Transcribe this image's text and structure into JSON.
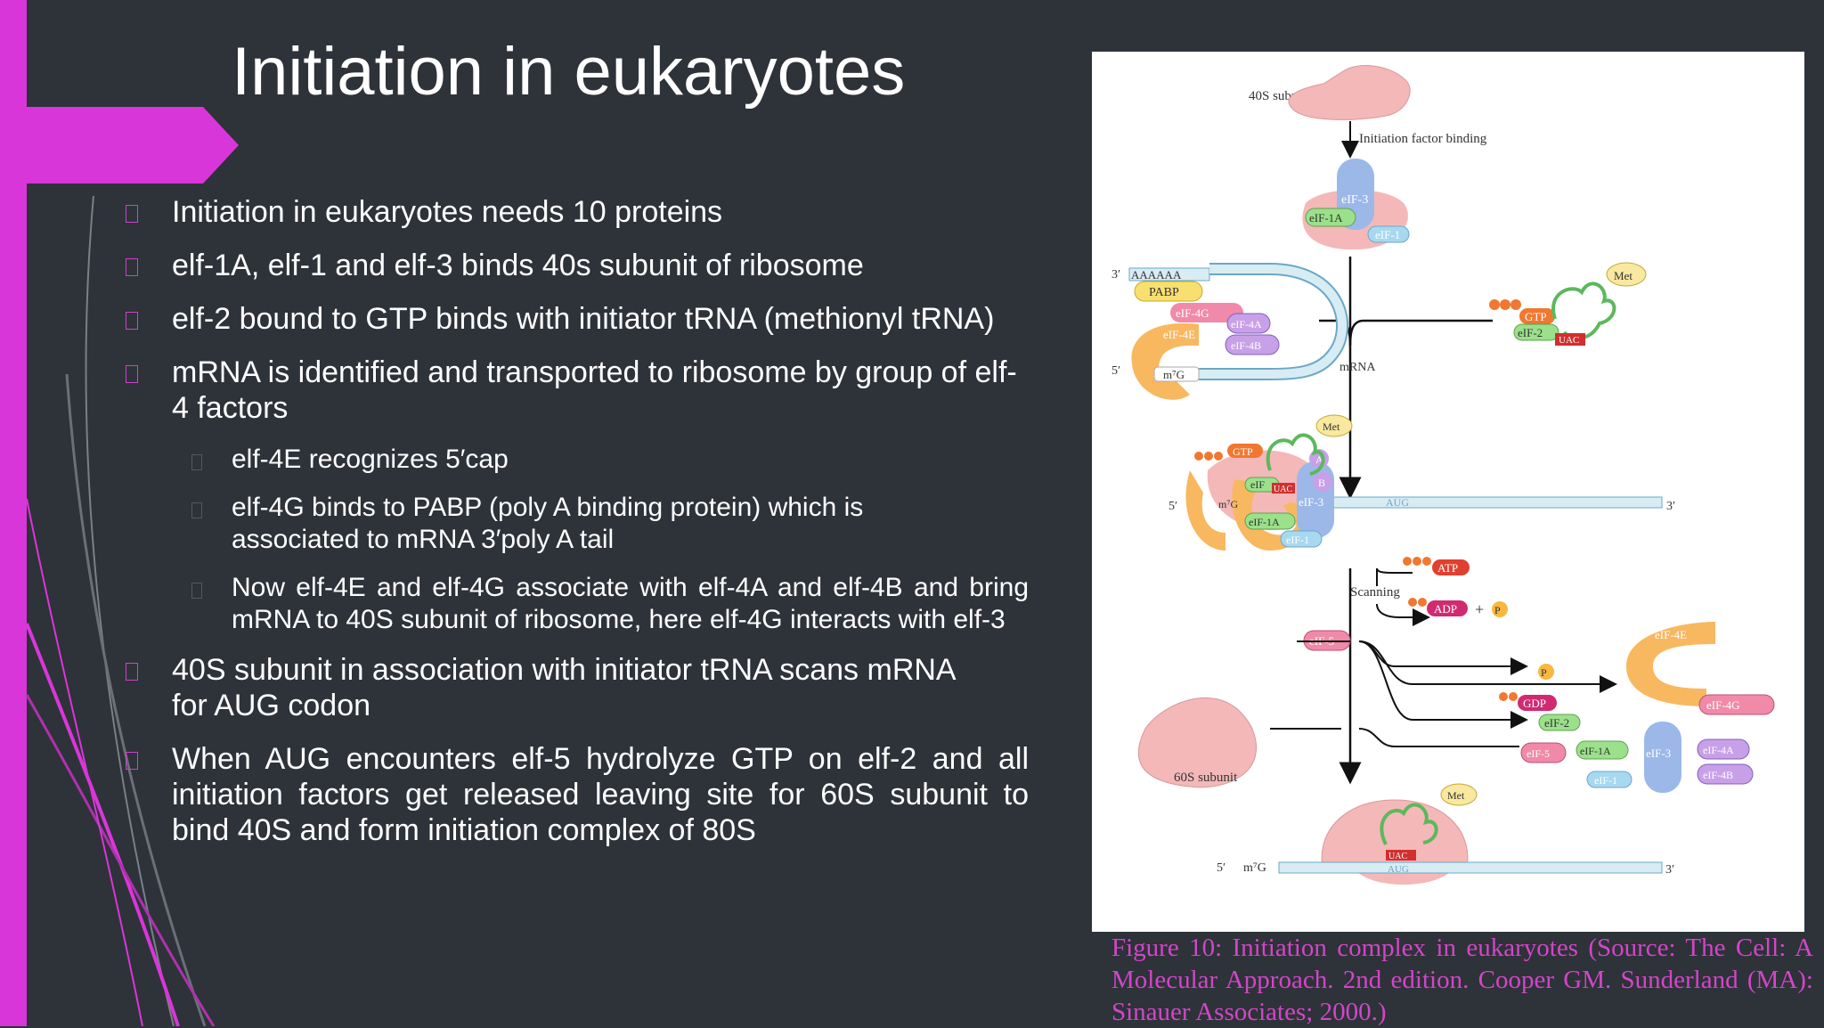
{
  "slide": {
    "title": "Initiation in eukaryotes",
    "bullets": [
      {
        "text": "Initiation in eukaryotes needs 10 proteins"
      },
      {
        "text": "elf-1A, elf-1 and elf-3 binds 40s subunit of ribosome"
      },
      {
        "text": "elf-2 bound to GTP binds with initiator tRNA (methionyl tRNA)"
      },
      {
        "text": "mRNA is identified and transported to ribosome by  group of elf-4 factors"
      },
      {
        "text": "40S subunit in association with initiator tRNA scans mRNA for AUG codon"
      },
      {
        "text": "When AUG encounters elf-5 hydrolyze GTP on elf-2  and all initiation factors get released leaving site for  60S subunit to bind 40S and form initiation complex of  80S"
      }
    ],
    "subbullets": [
      {
        "text": "elf-4E recognizes 5′cap"
      },
      {
        "text": "elf-4G binds to PABP (poly A binding protein) which is associated to mRNA 3′poly A tail"
      },
      {
        "text": "Now elf-4E and elf-4G associate with elf-4A and elf-4B  and bring mRNA to 40S subunit of ribosome, here elf-4G  interacts with elf-3"
      }
    ],
    "caption": "Figure 10: Initiation complex in eukaryotes (Source: The Cell: A Molecular Approach. 2nd edition. Cooper GM. Sunderland (MA): Sinauer Associates; 2000.)"
  },
  "figure": {
    "labels": {
      "subunit_40s": "40S subunit",
      "factor_binding": "Initiation factor binding",
      "subunit_60s": "60S subunit",
      "scanning": "Scanning",
      "mrna": "mRNA",
      "poly_a": "AAAAAA",
      "pabp": "PABP",
      "cap": "m⁷G",
      "three_prime": "3′",
      "five_prime": "5′",
      "met": "Met",
      "gtp": "GTP",
      "gdp": "GDP",
      "atp": "ATP",
      "adp": "ADP",
      "pi": "P",
      "plus": "+",
      "aug": "AUG",
      "uac": "UAC",
      "eif3": "eIF-3",
      "eif1a": "eIF-1A",
      "eif1": "eIF-1",
      "eif2": "eIF-2",
      "eif4g": "eIF-4G",
      "eif4e": "eIF-4E",
      "eif4a": "eIF-4A",
      "eif4b": "eIF-4B",
      "eif5": "eIF-5",
      "a_short": "A",
      "b_short": "B",
      "eif_short": "eIF"
    },
    "colors": {
      "ribosome": "#f4b8b8",
      "eif3": "#9bb8e8",
      "eif1a": "#9be08a",
      "eif1": "#a8d8f0",
      "eif4g": "#f08aa8",
      "eif4e": "#f8b860",
      "eif4a": "#c8a0e8",
      "pabp": "#f8e070",
      "gtp": "#f07830",
      "mrna": "#d8ecf4",
      "trna": "#5cb85c",
      "met": "#f8e8a0",
      "uac": "#d03030",
      "eif5": "#e05080",
      "caption": "#d246c8",
      "accent": "#d936d9"
    }
  }
}
